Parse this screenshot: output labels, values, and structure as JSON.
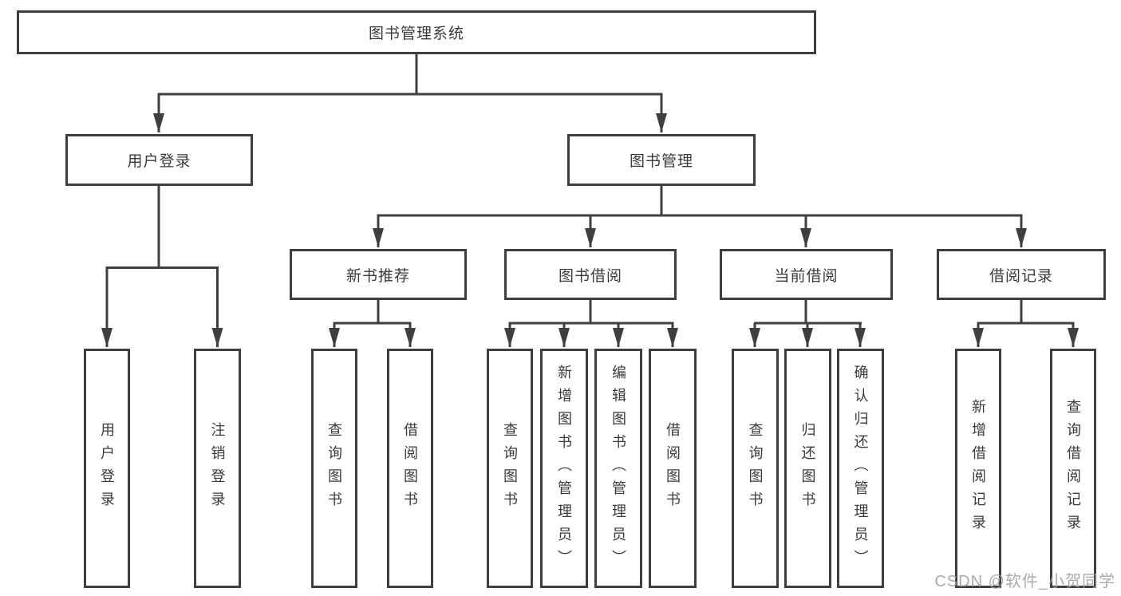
{
  "diagram": {
    "root": {
      "label": "图书管理系统"
    },
    "level2": {
      "user_login": {
        "label": "用户登录"
      },
      "book_management": {
        "label": "图书管理"
      }
    },
    "level3": {
      "new_book_recommend": {
        "label": "新书推荐"
      },
      "book_borrowing": {
        "label": "图书借阅"
      },
      "current_borrowing": {
        "label": "当前借阅"
      },
      "borrowing_records": {
        "label": "借阅记录"
      }
    },
    "leaves": {
      "user_login": {
        "label": "用户登录"
      },
      "logout": {
        "label": "注销登录"
      },
      "query_books_recommend": {
        "label": "查询图书"
      },
      "borrow_books_recommend": {
        "label": "借阅图书"
      },
      "query_books_borrowing": {
        "label": "查询图书"
      },
      "add_books_admin": {
        "label": "新增图书（管理员）"
      },
      "edit_books_admin": {
        "label": "编辑图书（管理员）"
      },
      "borrow_books_borrowing": {
        "label": "借阅图书"
      },
      "query_books_current": {
        "label": "查询图书"
      },
      "return_books": {
        "label": "归还图书"
      },
      "confirm_return_admin": {
        "label": "确认归还（管理员）"
      },
      "add_borrow_record": {
        "label": "新增借阅记录"
      },
      "query_borrow_record": {
        "label": "查询借阅记录"
      }
    }
  },
  "watermark": {
    "text": "CSDN @软件_小贺同学",
    "color": "#a0a0a0"
  },
  "colors": {
    "line": "#3f3f3f",
    "text": "#3a3a3a",
    "background": "#ffffff"
  }
}
